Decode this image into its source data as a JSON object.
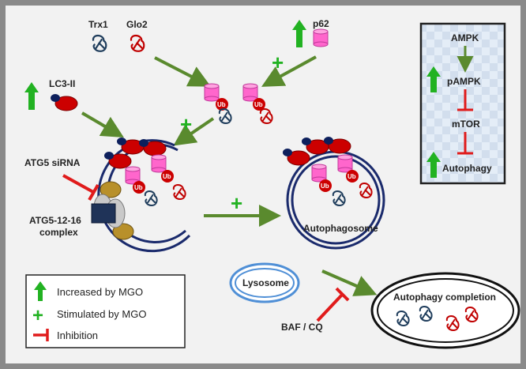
{
  "labels": {
    "trx1": "Trx1",
    "glo2": "Glo2",
    "p62": "p62",
    "lc3": "LC3-II",
    "atg5_sirna": "ATG5 siRNA",
    "atg5_complex_1": "ATG5-12-16",
    "atg5_complex_2": "complex",
    "autophagosome": "Autophagosome",
    "lysosome": "Lysosome",
    "autophagy_completion": "Autophagy completion",
    "baf_cq": "BAF / CQ",
    "ub": "Ub"
  },
  "pathway": {
    "ampk": "AMPK",
    "pampk": "pAMPK",
    "mtor": "mTOR",
    "autophagy": "Autophagy"
  },
  "legend": {
    "increased": "Increased by MGO",
    "stimulated": "Stimulated by MGO",
    "inhibition": "Inhibition"
  },
  "colors": {
    "increase_arrow": "#22b222",
    "flow_arrow": "#5a8a2e",
    "inhibition": "#e01b1b",
    "p62": "#ff66cc",
    "lc3": "#cc0000",
    "membrane": "#1a2a6c",
    "trx1": "#1f3d5c",
    "glo2": "#c00000",
    "lysosome": "#4f8fd6"
  }
}
